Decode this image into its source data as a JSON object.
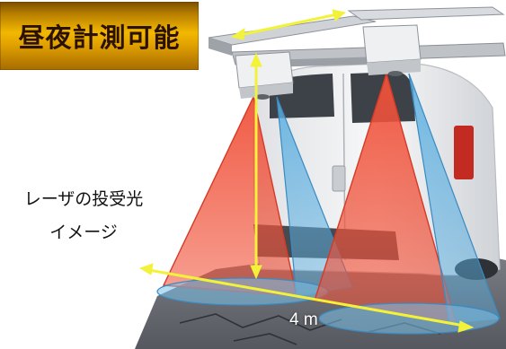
{
  "badge": {
    "text": "昼夜計測可能"
  },
  "caption": {
    "line1": "レーザの投受光",
    "line2": "イメージ"
  },
  "measurement": {
    "label": "4 m"
  },
  "colors": {
    "badge_gold": "#e3a300",
    "badge_text": "#2b1200",
    "laser_red": "#f0523a",
    "laser_blue": "#5aaee0",
    "arrow_yellow": "#f2f23a"
  }
}
